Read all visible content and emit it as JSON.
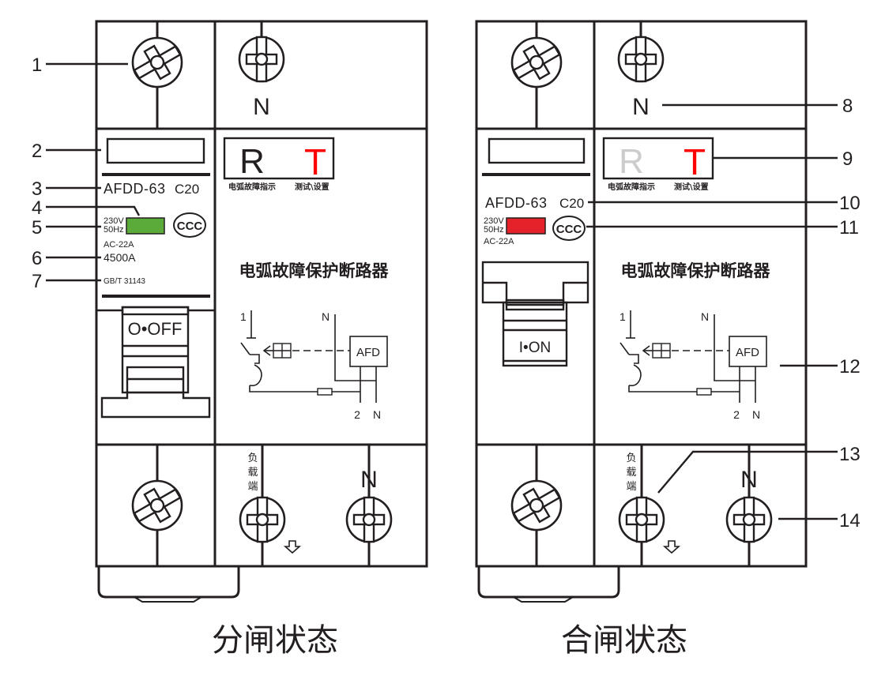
{
  "title": "AFDD arc fault protection breaker — open / closed states",
  "colors": {
    "line": "#231f20",
    "indicator_off": "#5aab3a",
    "indicator_on": "#e52229",
    "r_letter": "#cccccc",
    "t_letter": "#ff0000"
  },
  "devices": [
    {
      "id": "left",
      "state_caption": "分闸状态",
      "top_terminal_label": "N",
      "model": "AFDD-63",
      "rating": "C20",
      "voltage": "230V",
      "frequency": "50Hz",
      "utilization": "AC-22A",
      "breaking_capacity": "4500A",
      "standard": "GB/T 31143",
      "indicator_color_state": "green",
      "handle_label": "O•OFF",
      "led_letters": [
        "R",
        "T"
      ],
      "led_captions": [
        "电弧故障指示",
        "测试\\设置"
      ],
      "product_name": "电弧故障保护断路器",
      "schematic": {
        "line_in": "1",
        "neutral_in": "N",
        "afd": "AFD",
        "line_out": "2",
        "neutral_out": "N"
      },
      "load_side_label": "负载端",
      "bottom_terminal_label": "N"
    },
    {
      "id": "right",
      "state_caption": "合闸状态",
      "top_terminal_label": "N",
      "model": "AFDD-63",
      "rating": "C20",
      "voltage": "230V",
      "frequency": "50Hz",
      "utilization": "AC-22A",
      "indicator_color_state": "red",
      "handle_label": "I•ON",
      "led_letters": [
        "R",
        "T"
      ],
      "led_captions": [
        "电弧故障指示",
        "测试\\设置"
      ],
      "product_name": "电弧故障保护断路器",
      "schematic": {
        "line_in": "1",
        "neutral_in": "N",
        "afd": "AFD",
        "line_out": "2",
        "neutral_out": "N"
      },
      "load_side_label": "负载端",
      "bottom_terminal_label": "N"
    }
  ],
  "callouts_left": [
    "1",
    "2",
    "3",
    "4",
    "5",
    "6",
    "7"
  ],
  "callouts_right": [
    "8",
    "9",
    "10",
    "11",
    "12",
    "13",
    "14"
  ]
}
